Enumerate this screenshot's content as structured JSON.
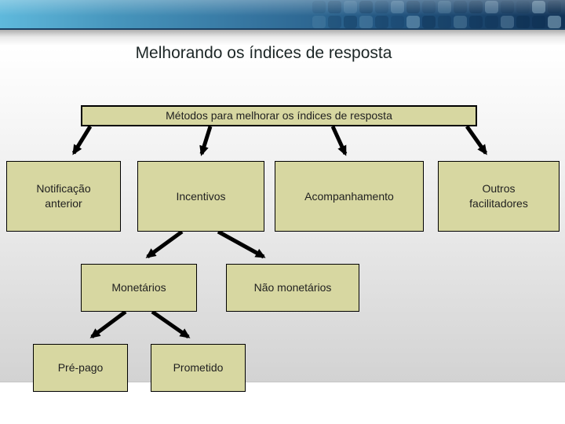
{
  "slide": {
    "title": "Melhorando os índices de resposta"
  },
  "diagram": {
    "root": {
      "label": "Métodos para melhorar os índices de resposta"
    },
    "level2": [
      {
        "label": "Notificação\nanterior"
      },
      {
        "label": "Incentivos"
      },
      {
        "label": "Acompanhamento"
      },
      {
        "label": "Outros\nfacilitadores"
      }
    ],
    "level3": [
      {
        "label": "Monetários"
      },
      {
        "label": "Não monetários"
      }
    ],
    "level4": [
      {
        "label": "Pré-pago"
      },
      {
        "label": "Prometido"
      }
    ]
  },
  "colors": {
    "box_fill": "#d7d7a1",
    "box_border": "#000000",
    "arrow": "#000000",
    "banner_left": "#5fb9dc",
    "banner_right": "#123458",
    "background_gray": "#d3d3d3"
  }
}
